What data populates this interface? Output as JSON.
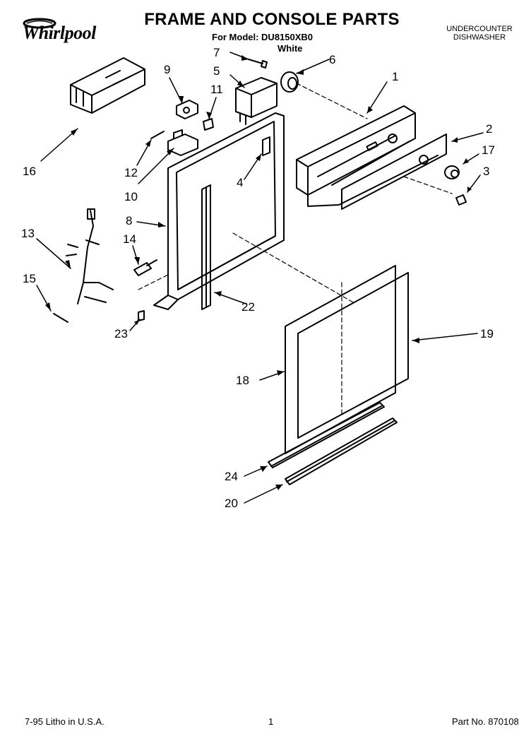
{
  "header": {
    "brand": "Whirlpool",
    "title": "FRAME AND CONSOLE PARTS",
    "model_line": "For Model: DU8150XB0",
    "color": "White",
    "product_line1": "UNDERCOUNTER",
    "product_line2": "DISHWASHER"
  },
  "callouts": {
    "c1": "1",
    "c2": "2",
    "c3": "3",
    "c4": "4",
    "c5": "5",
    "c6": "6",
    "c7": "7",
    "c8": "8",
    "c9": "9",
    "c10": "10",
    "c11": "11",
    "c12": "12",
    "c13": "13",
    "c14": "14",
    "c15": "15",
    "c16": "16",
    "c17": "17",
    "c18": "18",
    "c19": "19",
    "c20": "20",
    "c22": "22",
    "c23": "23",
    "c24": "24"
  },
  "footer": {
    "date": "7-95  Litho in U.S.A.",
    "page": "1",
    "part_no": "Part No. 870108"
  }
}
